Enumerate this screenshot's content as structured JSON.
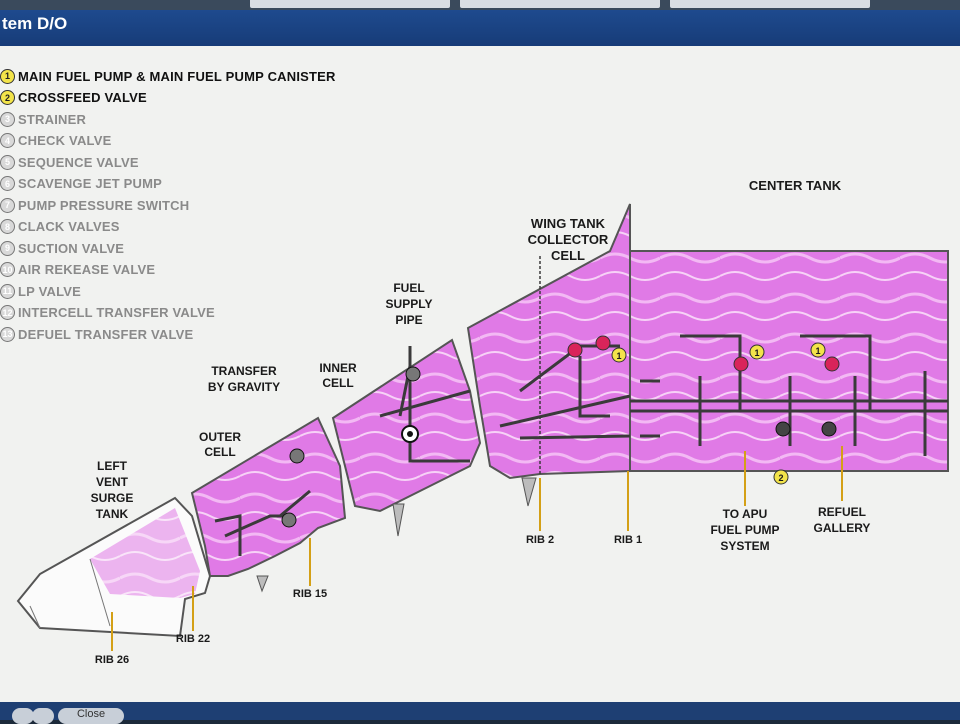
{
  "window": {
    "title": "tem D/O",
    "close_label": "Close"
  },
  "legend": [
    {
      "num": "1",
      "label": "MAIN FUEL PUMP & MAIN FUEL PUMP CANISTER",
      "active": true
    },
    {
      "num": "2",
      "label": "CROSSFEED VALVE",
      "active": true
    },
    {
      "num": "3",
      "label": "STRAINER",
      "active": false
    },
    {
      "num": "4",
      "label": "CHECK VALVE",
      "active": false
    },
    {
      "num": "5",
      "label": "SEQUENCE VALVE",
      "active": false
    },
    {
      "num": "6",
      "label": "SCAVENGE JET PUMP",
      "active": false
    },
    {
      "num": "7",
      "label": "PUMP PRESSURE SWITCH",
      "active": false
    },
    {
      "num": "8",
      "label": "CLACK VALVES",
      "active": false
    },
    {
      "num": "9",
      "label": "SUCTION VALVE",
      "active": false
    },
    {
      "num": "10",
      "label": "AIR REKEASE VALVE",
      "active": false
    },
    {
      "num": "11",
      "label": "LP VALVE",
      "active": false
    },
    {
      "num": "12",
      "label": "INTERCELL TRANSFER VALVE",
      "active": false
    },
    {
      "num": "13",
      "label": "DEFUEL TRANSFER VALVE",
      "active": false
    }
  ],
  "labels": {
    "center_tank": "CENTER TANK",
    "wing_tank_1": "WING TANK",
    "wing_tank_2": "COLLECTOR",
    "wing_tank_3": "CELL",
    "fuel_supply_1": "FUEL",
    "fuel_supply_2": "SUPPLY",
    "fuel_supply_3": "PIPE",
    "inner_cell_1": "INNER",
    "inner_cell_2": "CELL",
    "transfer_1": "TRANSFER",
    "transfer_2": "BY GRAVITY",
    "outer_cell_1": "OUTER",
    "outer_cell_2": "CELL",
    "vent_1": "LEFT",
    "vent_2": "VENT",
    "vent_3": "SURGE",
    "vent_4": "TANK",
    "rib_26": "RIB 26",
    "rib_22": "RIB 22",
    "rib_15": "RIB 15",
    "rib_2": "RIB 2",
    "rib_1": "RIB 1",
    "apu_1": "TO APU",
    "apu_2": "FUEL PUMP",
    "apu_3": "SYSTEM",
    "refuel_1": "REFUEL",
    "refuel_2": "GALLERY"
  },
  "colors": {
    "fuel": "#e07ae6",
    "fuel_light": "#f1b8f2",
    "pipe": "#3a3a3a",
    "pump": "#d9245a",
    "highlight": "#f3e44a"
  }
}
